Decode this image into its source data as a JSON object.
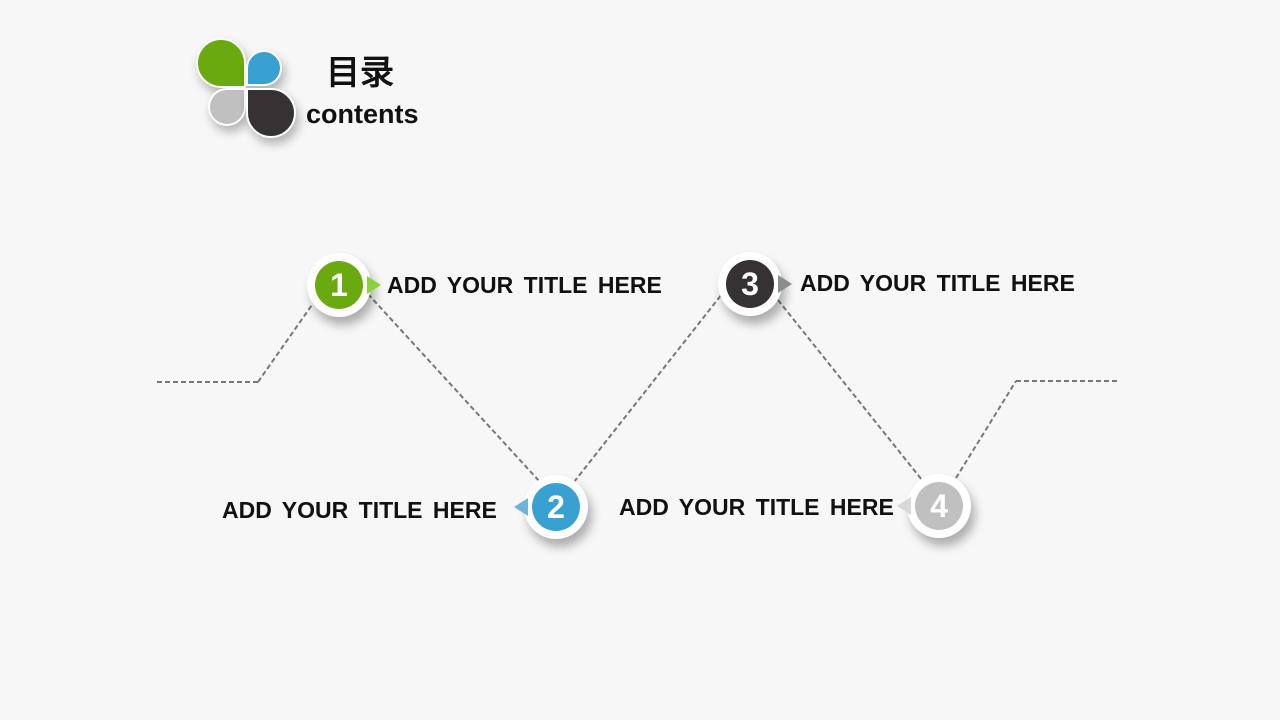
{
  "header": {
    "title_cn": "目录",
    "title_en": "contents"
  },
  "logo": {
    "petal_colors": {
      "top_left": "#6aaa0f",
      "top_right": "#39a1d1",
      "bottom_left": "#c0c0c0",
      "bottom_right": "#363132"
    }
  },
  "items": [
    {
      "number": "1",
      "title": "ADD YOUR  TITLE HERE",
      "color": "#6aaa0f",
      "pointer_color": "#8cd13a"
    },
    {
      "number": "2",
      "title": "ADD YOUR  TITLE HERE",
      "color": "#39a1d1",
      "pointer_color": "#6fb3d9"
    },
    {
      "number": "3",
      "title": "ADD YOUR  TITLE HERE",
      "color": "#363132",
      "pointer_color": "#8c8c8c"
    },
    {
      "number": "4",
      "title": "ADD YOUR  TITLE HERE",
      "color": "#c0c0c0",
      "pointer_color": "#d8d8d8"
    }
  ]
}
